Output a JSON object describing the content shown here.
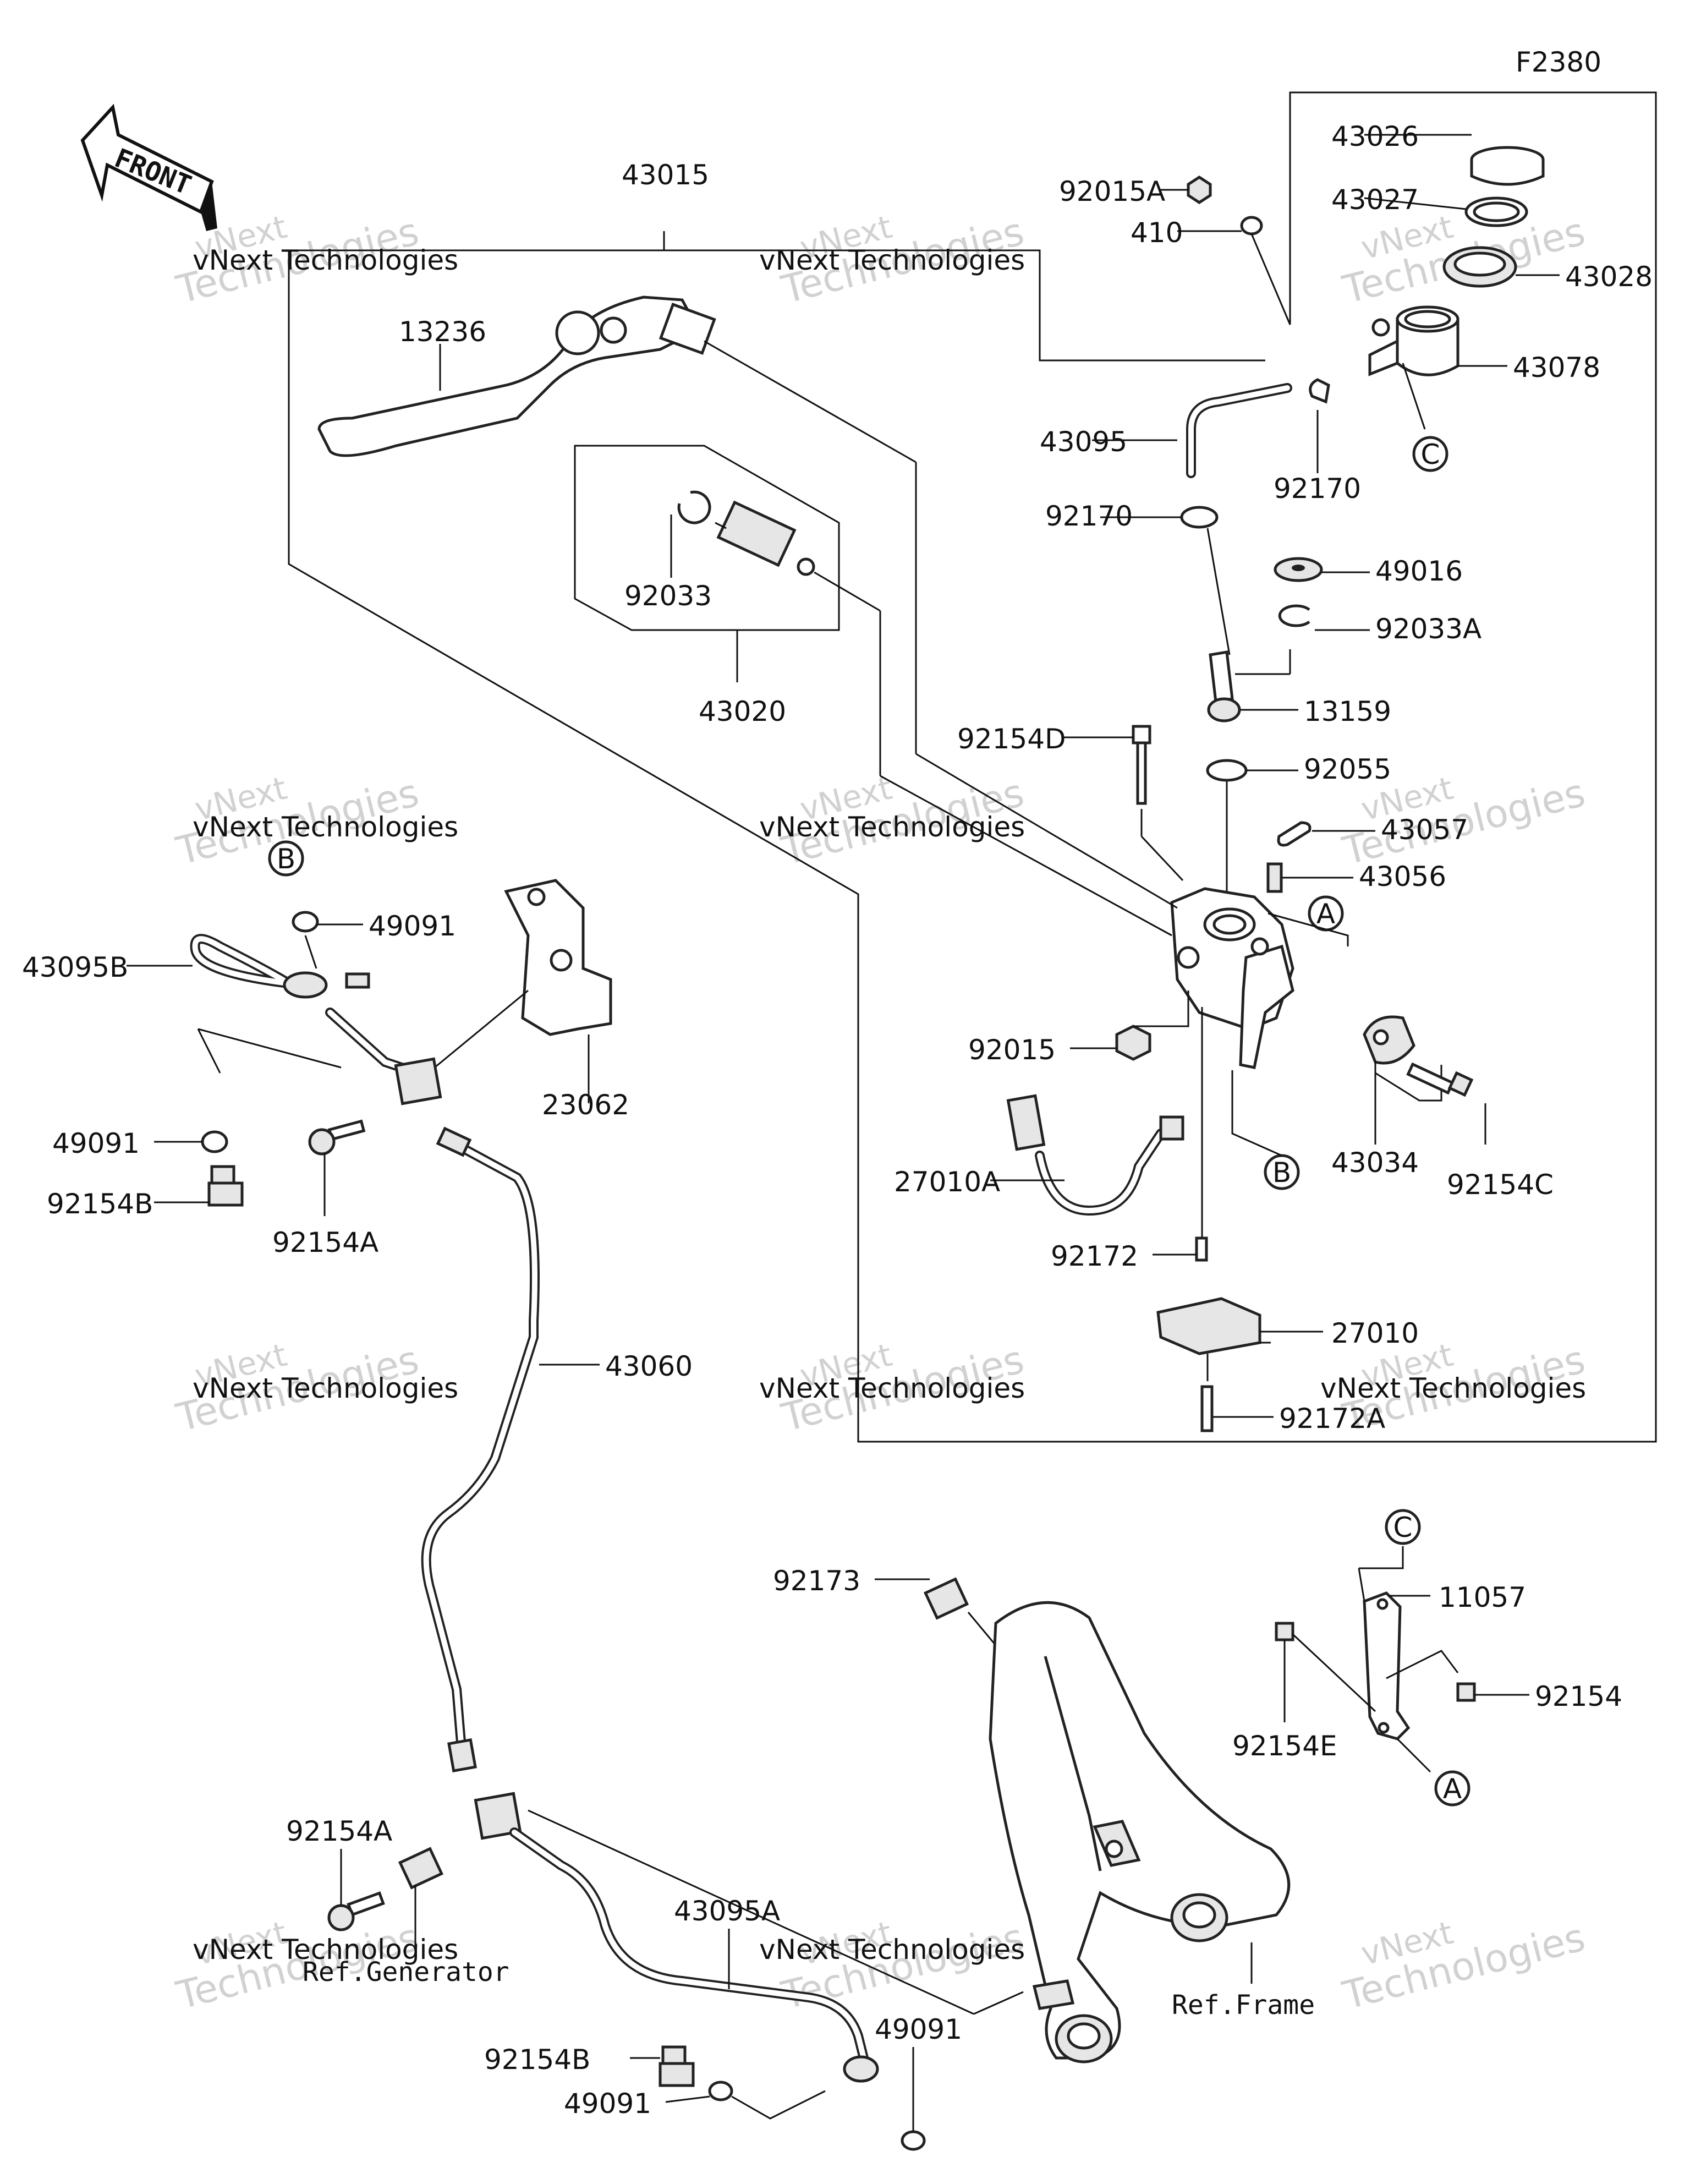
{
  "diagram": {
    "figure_code": "F2380",
    "front_label": "FRONT",
    "watermark": {
      "line1": "vNext",
      "line2": "Technologies",
      "small": "vNext Technologies"
    },
    "part_labels": {
      "p43015": "43015",
      "p13236": "13236",
      "p92033": "92033",
      "p43020": "43020",
      "p92015A": "92015A",
      "p410": "410",
      "p43026": "43026",
      "p43027": "43027",
      "p43028": "43028",
      "p43078": "43078",
      "p43095": "43095",
      "p92170a": "92170",
      "p92170b": "92170",
      "p49016": "49016",
      "p92033A": "92033A",
      "p13159": "13159",
      "p92154D": "92154D",
      "p92055": "92055",
      "p43057": "43057",
      "p43056": "43056",
      "p92015": "92015",
      "p43034": "43034",
      "p92154C": "92154C",
      "p27010A": "27010A",
      "p92172": "92172",
      "p27010": "27010",
      "p92172A": "92172A",
      "p49091a": "49091",
      "p43095B": "43095B",
      "p23062": "23062",
      "p49091b": "49091",
      "p92154B": "92154B",
      "p92154A": "92154A",
      "p43060": "43060",
      "p92173": "92173",
      "p11057": "11057",
      "p92154E": "92154E",
      "p92154": "92154",
      "p92154A2": "92154A",
      "p43095A": "43095A",
      "p49091c": "49091",
      "p92154B2": "92154B",
      "p49091d": "49091"
    },
    "callouts": {
      "A1": "A",
      "A2": "A",
      "B1": "B",
      "B2": "B",
      "C1": "C",
      "C2": "C"
    },
    "refs": {
      "generator": "Ref.Generator",
      "frame": "Ref.Frame"
    }
  }
}
